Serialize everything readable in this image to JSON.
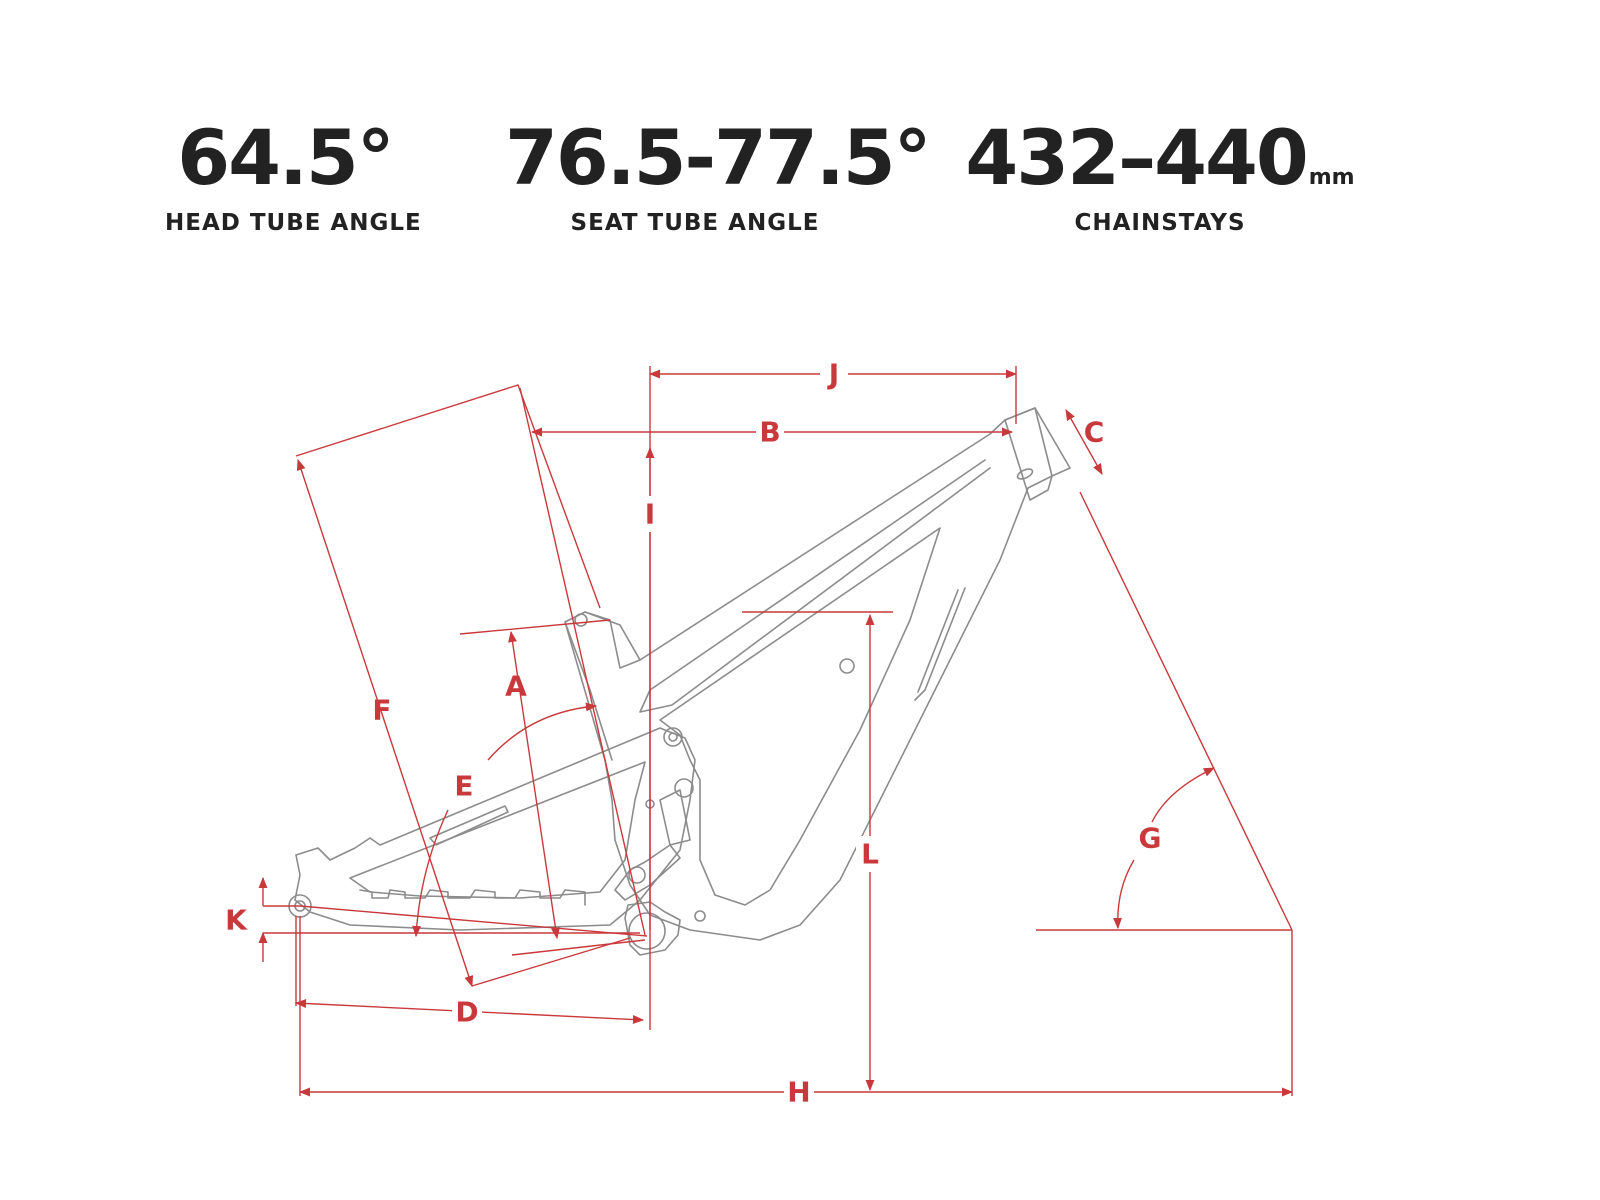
{
  "stats": [
    {
      "value": "64.5°",
      "unit": "",
      "label": "HEAD TUBE ANGLE"
    },
    {
      "value": "76.5-77.5°",
      "unit": "",
      "label": "SEAT TUBE ANGLE"
    },
    {
      "value": "432–440",
      "unit": "mm",
      "label": "CHAINSTAYS"
    }
  ],
  "dimensions": {
    "A": "A",
    "B": "B",
    "C": "C",
    "D": "D",
    "E": "E",
    "F": "F",
    "G": "G",
    "H": "H",
    "I": "I",
    "J": "J",
    "K": "K",
    "L": "L"
  },
  "colors": {
    "dimension": "#c9393c",
    "frame": "#8c8c8c",
    "text": "#222222"
  }
}
